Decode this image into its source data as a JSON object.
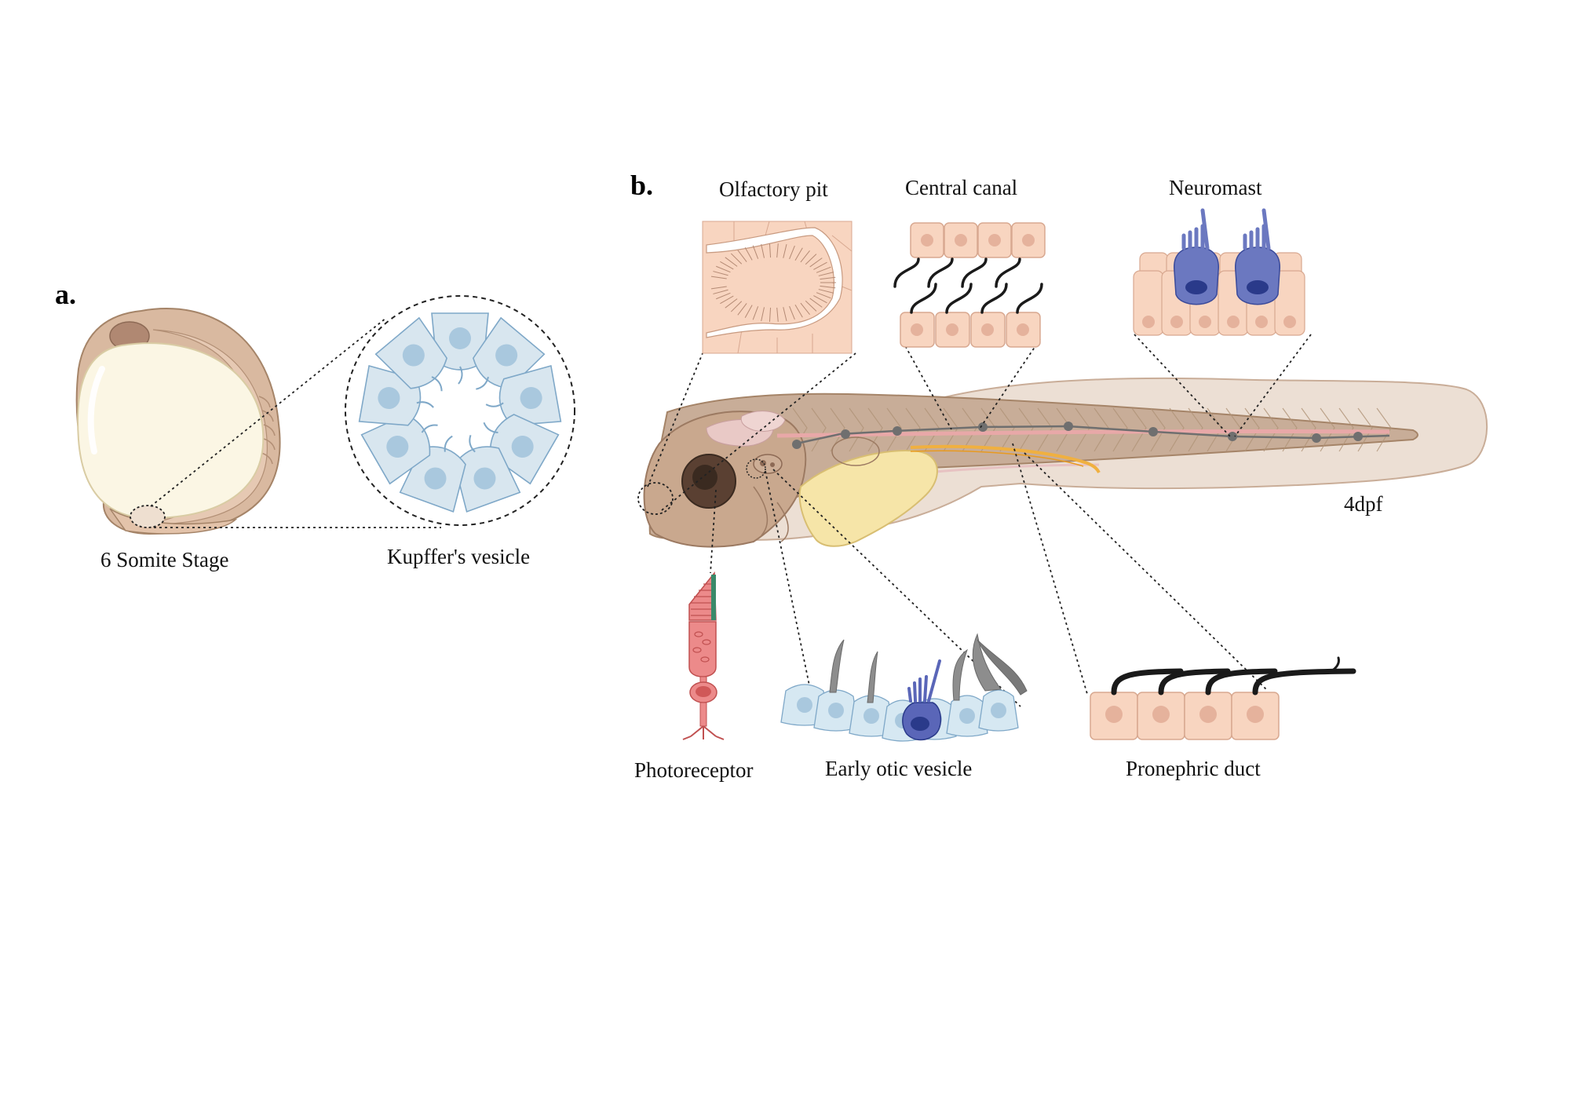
{
  "panels": {
    "a": "a.",
    "b": "b."
  },
  "labels": {
    "somite": "6 Somite Stage",
    "kupffer": "Kupffer's vesicle",
    "olfactory": "Olfactory pit",
    "central_canal": "Central canal",
    "neuromast": "Neuromast",
    "stage": "4dpf",
    "photoreceptor": "Photoreceptor",
    "otic": "Early otic vesicle",
    "pronephric": "Pronephric duct"
  },
  "colors": {
    "embryo_skin": "#d9b9a0",
    "yolk": "#fbf6e4",
    "kv_cell": "#d8e6ef",
    "kv_nucleus": "#a9c8de",
    "kv_stroke": "#7fa8c8",
    "epithelium": "#f8d5c0",
    "epithelium_stroke": "#d8a890",
    "cilia": "#1a1a1a",
    "hair_cell": "#6b78c0",
    "hair_nucleus": "#2a3a8a",
    "photoreceptor": "#ec8a8a",
    "larva_body": "#c8ad98",
    "larva_fin": "#ecdfd4",
    "larva_yolk": "#f6e5a8",
    "eye": "#5a4032",
    "lateral_line": "#6f6f6f",
    "pronephros": "#f0b040",
    "otic_cell": "#d6e8f2"
  }
}
